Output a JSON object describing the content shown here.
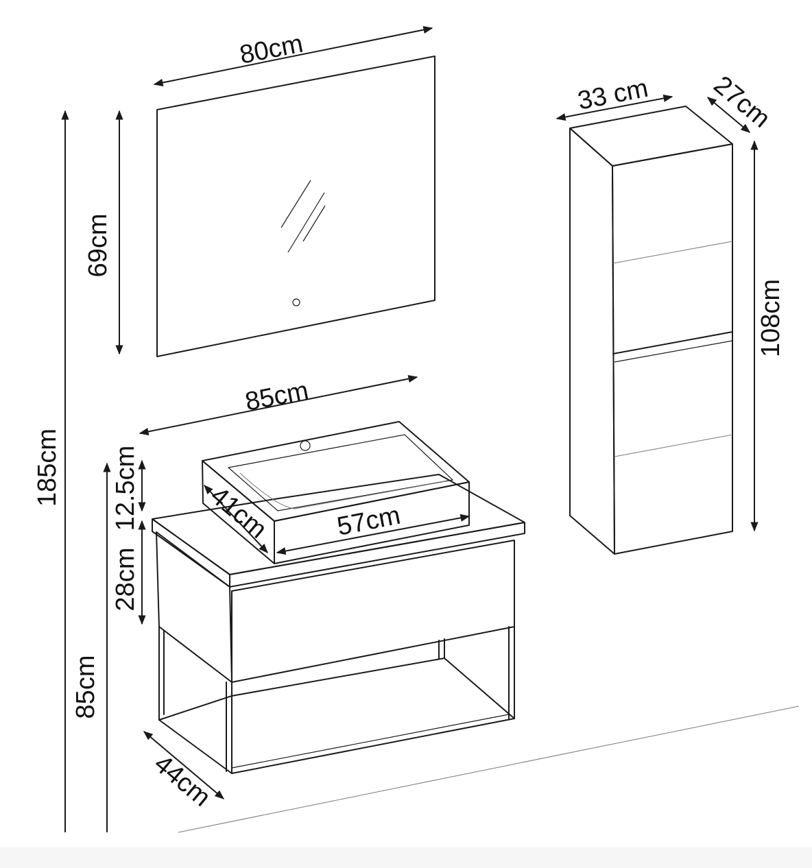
{
  "dimensions": {
    "mirror_width": "80cm",
    "mirror_height": "69cm",
    "total_height": "185cm",
    "vanity_width": "85cm",
    "basin_height": "12.5cm",
    "basin_depth": "41cm",
    "basin_width": "57cm",
    "drawer_height": "28cm",
    "vanity_height": "85cm",
    "vanity_depth": "44cm",
    "cabinet_width": "33 cm",
    "cabinet_depth": "27cm",
    "cabinet_height": "108cm"
  },
  "colors": {
    "line": "#1a1a1a",
    "background": "#ffffff"
  }
}
